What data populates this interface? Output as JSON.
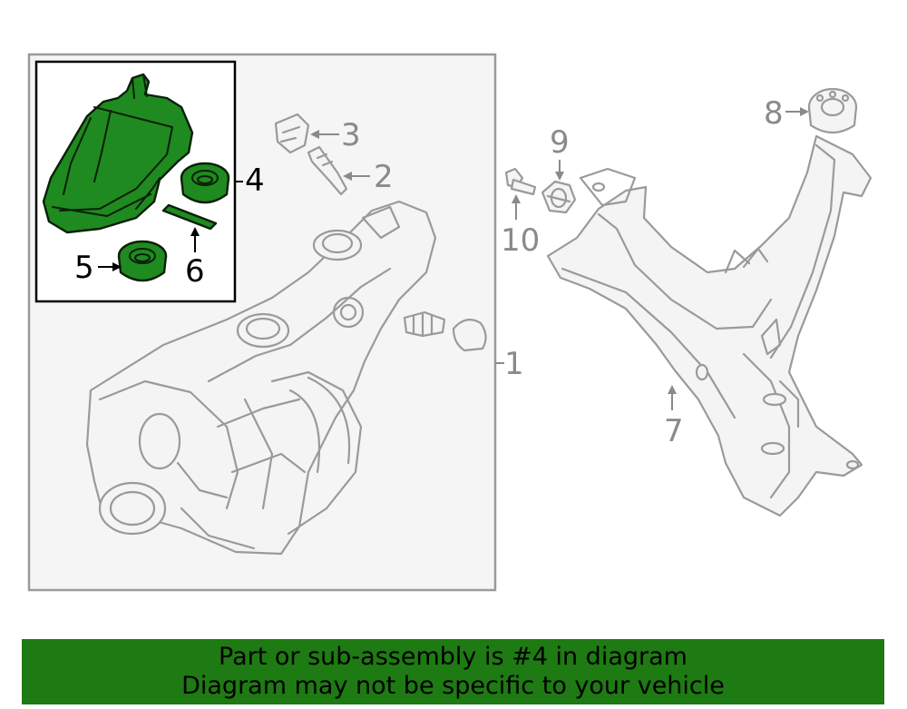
{
  "diagram": {
    "callouts": {
      "c1": "1",
      "c2": "2",
      "c3": "3",
      "c4": "4",
      "c5": "5",
      "c6": "6",
      "c7": "7",
      "c8": "8",
      "c9": "9",
      "c10": "10"
    },
    "highlight_color": "#1f8a1f",
    "highlighted_part": "4"
  },
  "banner": {
    "line1": "Part or sub-assembly is #4 in diagram",
    "line2": "Diagram may not be specific to your vehicle",
    "background": "#1e7a12"
  }
}
